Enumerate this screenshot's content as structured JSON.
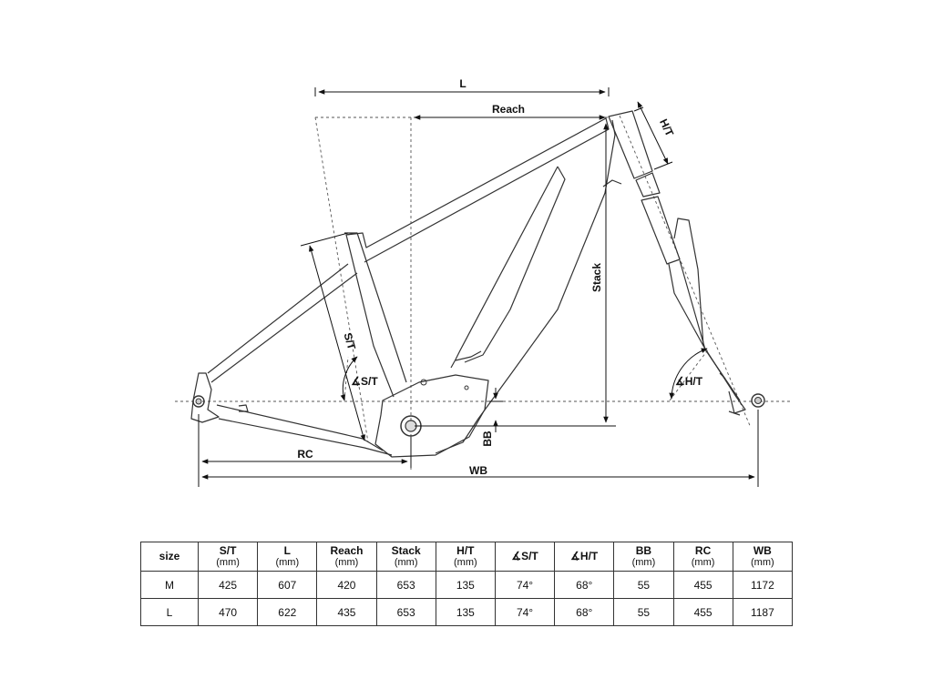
{
  "diagram": {
    "labels": {
      "l": "L",
      "reach": "Reach",
      "ht": "H/T",
      "stack": "Stack",
      "st": "S/T",
      "st_angle": "∡S/T",
      "ht_angle": "∡H/T",
      "bb": "BB",
      "rc": "RC",
      "wb": "WB"
    }
  },
  "table": {
    "size_header": "size",
    "columns": [
      {
        "name": "S/T",
        "unit": "(mm)"
      },
      {
        "name": "L",
        "unit": "(mm)"
      },
      {
        "name": "Reach",
        "unit": "(mm)"
      },
      {
        "name": "Stack",
        "unit": "(mm)"
      },
      {
        "name": "H/T",
        "unit": "(mm)"
      },
      {
        "name": "∡S/T",
        "unit": ""
      },
      {
        "name": "∡H/T",
        "unit": ""
      },
      {
        "name": "BB",
        "unit": "(mm)"
      },
      {
        "name": "RC",
        "unit": "(mm)"
      },
      {
        "name": "WB",
        "unit": "(mm)"
      }
    ],
    "rows": [
      {
        "size": "M",
        "values": [
          "425",
          "607",
          "420",
          "653",
          "135",
          "74°",
          "68°",
          "55",
          "455",
          "1172"
        ]
      },
      {
        "size": "L",
        "values": [
          "470",
          "622",
          "435",
          "653",
          "135",
          "74°",
          "68°",
          "55",
          "455",
          "1187"
        ]
      }
    ]
  }
}
